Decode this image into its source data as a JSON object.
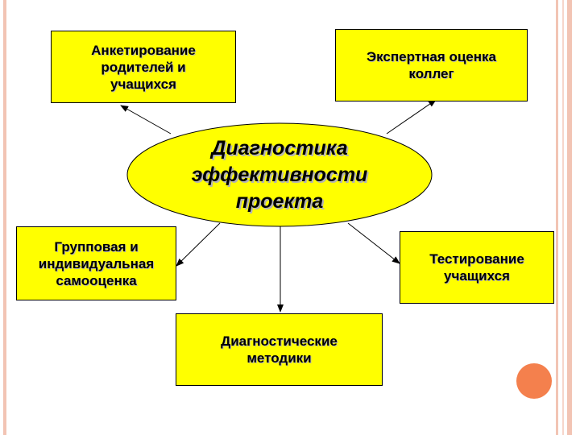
{
  "diagram": {
    "center": {
      "label": "Диагностика\nэффективности\nпроекта",
      "fill": "#ffff00"
    },
    "nodes": [
      {
        "id": "survey",
        "label": "Анкетирование\nродителей и\nучащихся"
      },
      {
        "id": "expert",
        "label": "Экспертная оценка\nколлег"
      },
      {
        "id": "self",
        "label": "Групповая и\nиндивидуальная\nсамооценка"
      },
      {
        "id": "testing",
        "label": "Тестирование\nучащихся"
      },
      {
        "id": "methods",
        "label": "Диагностические\nметодики"
      }
    ],
    "edges": [
      {
        "from": "center",
        "to": "survey"
      },
      {
        "from": "center",
        "to": "expert"
      },
      {
        "from": "center",
        "to": "self"
      },
      {
        "from": "center",
        "to": "testing"
      },
      {
        "from": "center",
        "to": "methods"
      }
    ],
    "colors": {
      "box_fill": "#ffff00",
      "border": "#000000",
      "frame": "#f2c4b4",
      "accent": "#f4804d"
    }
  }
}
